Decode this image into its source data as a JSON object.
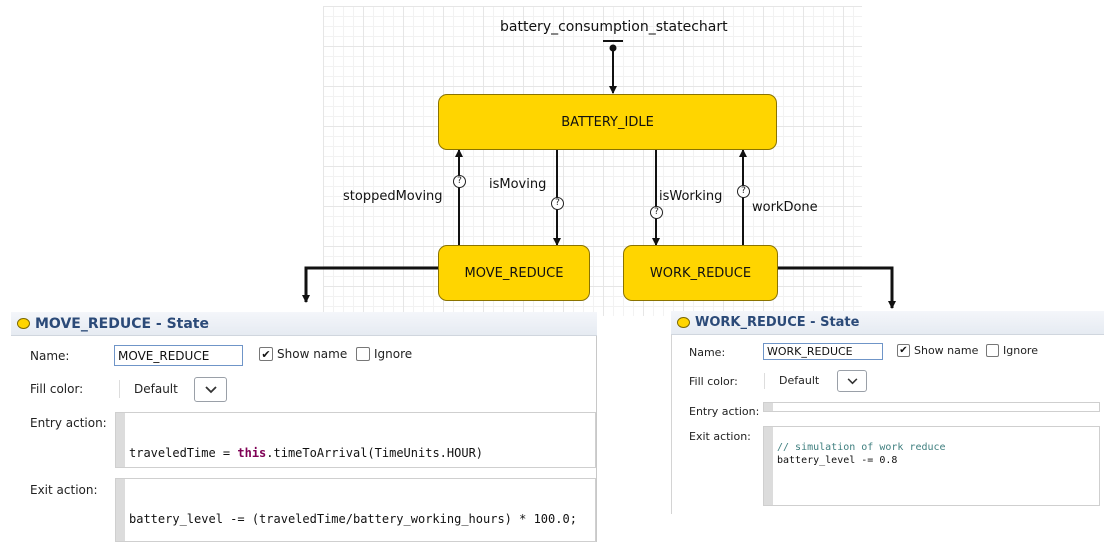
{
  "diagram": {
    "statechart_name": "battery_consumption_statechart",
    "states": {
      "battery_idle": "BATTERY_IDLE",
      "move_reduce": "MOVE_REDUCE",
      "work_reduce": "WORK_REDUCE"
    },
    "transitions": {
      "stopped_moving": "stoppedMoving",
      "is_moving": "isMoving",
      "is_working": "isWorking",
      "work_done": "workDone"
    },
    "guard_symbol": "?",
    "state_color": "#ffd500"
  },
  "move_panel": {
    "title": "MOVE_REDUCE - State",
    "name_label": "Name:",
    "name_value": "MOVE_REDUCE",
    "show_name_label": "Show name",
    "show_name_checked": true,
    "ignore_label": "Ignore",
    "ignore_checked": false,
    "fill_color_label": "Fill color:",
    "fill_color_value": "Default",
    "entry_action_label": "Entry action:",
    "entry_var": "traveledTime = ",
    "entry_keyword": "this",
    "entry_rest": ".timeToArrival(TimeUnits.HOUR)",
    "exit_action_label": "Exit action:",
    "exit_code": "battery_level -= (traveledTime/battery_working_hours) * 100.0;"
  },
  "work_panel": {
    "title": "WORK_REDUCE - State",
    "name_label": "Name:",
    "name_value": "WORK_REDUCE",
    "show_name_label": "Show name",
    "show_name_checked": true,
    "ignore_label": "Ignore",
    "ignore_checked": false,
    "fill_color_label": "Fill color:",
    "fill_color_value": "Default",
    "entry_action_label": "Entry action:",
    "exit_action_label": "Exit action:",
    "exit_comment": "// simulation of work reduce",
    "exit_code": "battery_level -= 0.8"
  },
  "icons": {
    "checkmark": "✔",
    "chevron": "chevron-down-icon"
  }
}
